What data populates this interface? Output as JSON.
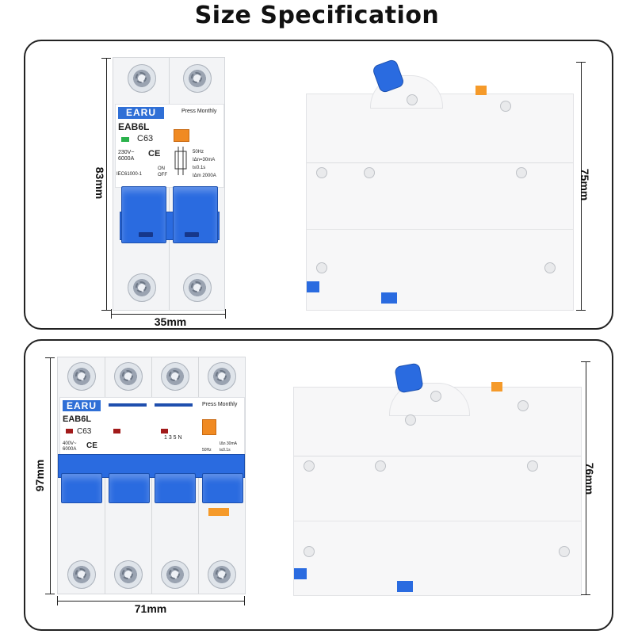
{
  "title": "Size Specification",
  "panel_top": {
    "height_label": "83mm",
    "width_label": "35mm",
    "side_height_label": "75mm",
    "breaker": {
      "brand": "EARU",
      "model": "EAB6L",
      "rating": "C63",
      "voltage": "230V~",
      "breaking": "6000A",
      "standard": "IEC61000-1",
      "press": "Press Monthly",
      "on": "ON",
      "off": "OFF",
      "freq": "50Hz",
      "idn": "IΔn=30mA",
      "t": "t≤0.1s",
      "idm": "IΔm 2000A",
      "ce": "CE"
    }
  },
  "panel_bottom": {
    "height_label": "97mm",
    "width_label": "71mm",
    "side_height_label": "76mm",
    "breaker": {
      "brand": "EARU",
      "model": "EAB6L",
      "rating": "C63",
      "voltage": "400V~",
      "breaking": "6000A",
      "press": "Press Monthly",
      "terminals": "1 3 5 N",
      "idn": "IΔn 30mA",
      "freq": "50Hz",
      "t": "t≤0.1s",
      "ce": "CE"
    }
  },
  "colors": {
    "handle_blue": "#2a6be0",
    "test_orange": "#f08a22",
    "indicator_green": "#2bb24c",
    "indicator_red": "#a11a1a",
    "brand_blue": "#2f6fd6"
  }
}
